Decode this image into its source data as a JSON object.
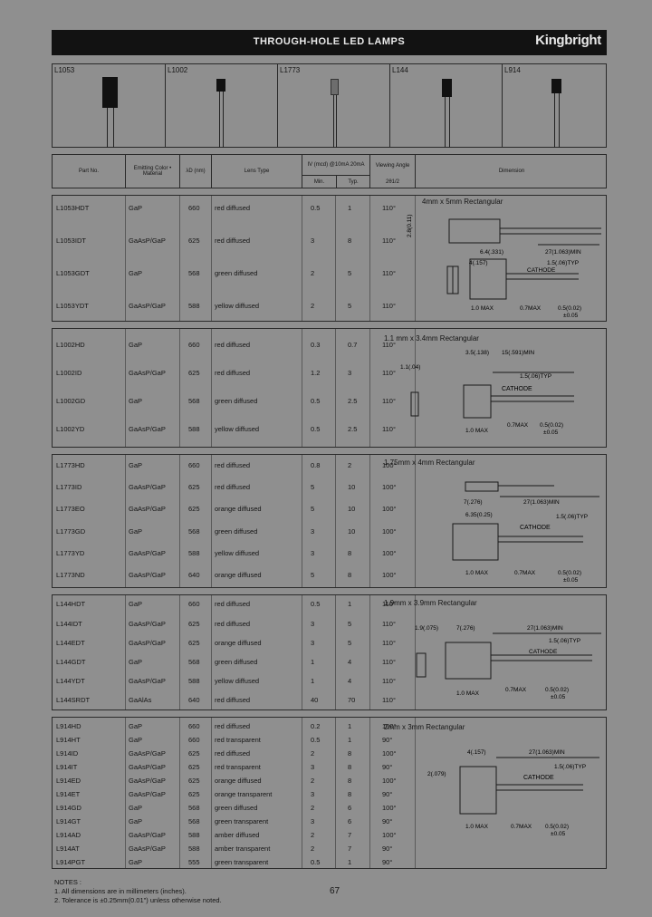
{
  "header": {
    "title": "THROUGH-HOLE LED LAMPS",
    "brand": "Kingbright"
  },
  "images": [
    "L1053",
    "L1002",
    "L1773",
    "L144",
    "L914"
  ],
  "table_header": {
    "part_no": "Part No.",
    "emitting": "Emitting Color • Material",
    "wavelength": "λD (nm)",
    "lens": "Lens Type",
    "iv": "IV (mcd) @10mA 20mA",
    "iv_min": "Min.",
    "iv_typ": "Typ.",
    "angle": "Viewing Angle",
    "angle_sub": "2θ1/2",
    "dimension": "Dimension"
  },
  "groups": [
    {
      "dim_title": "4mm x 5mm Rectangular",
      "rows": [
        {
          "part": "L1053HDT",
          "mat": "GaP",
          "nm": "660",
          "lens": "red diffused",
          "min": "0.5",
          "typ": "1",
          "angle": "110°"
        },
        {
          "part": "L1053IDT",
          "mat": "GaAsP/GaP",
          "nm": "625",
          "lens": "red diffused",
          "min": "3",
          "typ": "8",
          "angle": "110°"
        },
        {
          "part": "L1053GDT",
          "mat": "GaP",
          "nm": "568",
          "lens": "green diffused",
          "min": "2",
          "typ": "5",
          "angle": "110°"
        },
        {
          "part": "L1053YDT",
          "mat": "GaAsP/GaP",
          "nm": "588",
          "lens": "yellow diffused",
          "min": "2",
          "typ": "5",
          "angle": "110°"
        }
      ],
      "dims": [
        "2.8(0.11)",
        "6.4(.331)",
        "27(1.063)MIN",
        "4(.157)",
        "1.5(.06)TYP",
        "CATHODE",
        "1.0 MAX",
        "0.7MAX",
        "0.5(0.02)",
        "±0.05"
      ]
    },
    {
      "dim_title": "1.1 mm x 3.4mm Rectangular",
      "rows": [
        {
          "part": "L1002HD",
          "mat": "GaP",
          "nm": "660",
          "lens": "red diffused",
          "min": "0.3",
          "typ": "0.7",
          "angle": "110°"
        },
        {
          "part": "L1002ID",
          "mat": "GaAsP/GaP",
          "nm": "625",
          "lens": "red diffused",
          "min": "1.2",
          "typ": "3",
          "angle": "110°"
        },
        {
          "part": "L1002GD",
          "mat": "GaP",
          "nm": "568",
          "lens": "green diffused",
          "min": "0.5",
          "typ": "2.5",
          "angle": "110°"
        },
        {
          "part": "L1002YD",
          "mat": "GaAsP/GaP",
          "nm": "588",
          "lens": "yellow diffused",
          "min": "0.5",
          "typ": "2.5",
          "angle": "110°"
        }
      ],
      "dims": [
        "3.5(.138)",
        "15(.591)MIN",
        "1.1(.04)",
        "1.5(.06)TYP",
        "CATHODE",
        "1.0 MAX",
        "0.7MAX",
        "0.5(0.02)",
        "±0.05"
      ]
    },
    {
      "dim_title": "1.75mm x 4mm Rectangular",
      "rows": [
        {
          "part": "L1773HD",
          "mat": "GaP",
          "nm": "660",
          "lens": "red diffused",
          "min": "0.8",
          "typ": "2",
          "angle": "100°"
        },
        {
          "part": "L1773ID",
          "mat": "GaAsP/GaP",
          "nm": "625",
          "lens": "red diffused",
          "min": "5",
          "typ": "10",
          "angle": "100°"
        },
        {
          "part": "L1773EO",
          "mat": "GaAsP/GaP",
          "nm": "625",
          "lens": "orange diffused",
          "min": "5",
          "typ": "10",
          "angle": "100°"
        },
        {
          "part": "L1773GD",
          "mat": "GaP",
          "nm": "568",
          "lens": "green diffused",
          "min": "3",
          "typ": "10",
          "angle": "100°"
        },
        {
          "part": "L1773YD",
          "mat": "GaAsP/GaP",
          "nm": "588",
          "lens": "yellow diffused",
          "min": "3",
          "typ": "8",
          "angle": "100°"
        },
        {
          "part": "L1773ND",
          "mat": "GaAsP/GaP",
          "nm": "640",
          "lens": "orange diffused",
          "min": "5",
          "typ": "8",
          "angle": "100°"
        }
      ],
      "dims": [
        "7(.276)",
        "27(1.063)MIN",
        "6.35(0.25)",
        "1.5(.06)TYP",
        "CATHODE",
        "1.0 MAX",
        "0.7MAX",
        "0.5(0.02)",
        "±0.05"
      ]
    },
    {
      "dim_title": "1.9mm x 3.9mm Rectangular",
      "rows": [
        {
          "part": "L144HDT",
          "mat": "GaP",
          "nm": "660",
          "lens": "red diffused",
          "min": "0.5",
          "typ": "1",
          "angle": "110°"
        },
        {
          "part": "L144IDT",
          "mat": "GaAsP/GaP",
          "nm": "625",
          "lens": "red diffused",
          "min": "3",
          "typ": "5",
          "angle": "110°"
        },
        {
          "part": "L144EDT",
          "mat": "GaAsP/GaP",
          "nm": "625",
          "lens": "orange diffused",
          "min": "3",
          "typ": "5",
          "angle": "110°"
        },
        {
          "part": "L144GDT",
          "mat": "GaP",
          "nm": "568",
          "lens": "green diffused",
          "min": "1",
          "typ": "4",
          "angle": "110°"
        },
        {
          "part": "L144YDT",
          "mat": "GaAsP/GaP",
          "nm": "588",
          "lens": "yellow diffused",
          "min": "1",
          "typ": "4",
          "angle": "110°"
        },
        {
          "part": "L144SRDT",
          "mat": "GaAlAs",
          "nm": "640",
          "lens": "red diffused",
          "min": "40",
          "typ": "70",
          "angle": "110°"
        }
      ],
      "dims": [
        "1.9(.075)",
        "7(.276)",
        "27(1.063)MIN",
        "1.5(.06)TYP",
        "CATHODE",
        "1.0 MAX",
        "0.7MAX",
        "0.5(0.02)",
        "±0.05"
      ]
    },
    {
      "dim_title": "2mm x 3mm Rectangular",
      "rows": [
        {
          "part": "L914HD",
          "mat": "GaP",
          "nm": "660",
          "lens": "red diffused",
          "min": "0.2",
          "typ": "1",
          "angle": "100°"
        },
        {
          "part": "L914HT",
          "mat": "GaP",
          "nm": "660",
          "lens": "red transparent",
          "min": "0.5",
          "typ": "1",
          "angle": "90°"
        },
        {
          "part": "L914ID",
          "mat": "GaAsP/GaP",
          "nm": "625",
          "lens": "red diffused",
          "min": "2",
          "typ": "8",
          "angle": "100°"
        },
        {
          "part": "L914IT",
          "mat": "GaAsP/GaP",
          "nm": "625",
          "lens": "red transparent",
          "min": "3",
          "typ": "8",
          "angle": "90°"
        },
        {
          "part": "L914ED",
          "mat": "GaAsP/GaP",
          "nm": "625",
          "lens": "orange diffused",
          "min": "2",
          "typ": "8",
          "angle": "100°"
        },
        {
          "part": "L914ET",
          "mat": "GaAsP/GaP",
          "nm": "625",
          "lens": "orange transparent",
          "min": "3",
          "typ": "8",
          "angle": "90°"
        },
        {
          "part": "L914GD",
          "mat": "GaP",
          "nm": "568",
          "lens": "green diffused",
          "min": "2",
          "typ": "6",
          "angle": "100°"
        },
        {
          "part": "L914GT",
          "mat": "GaP",
          "nm": "568",
          "lens": "green transparent",
          "min": "3",
          "typ": "6",
          "angle": "90°"
        },
        {
          "part": "L914AD",
          "mat": "GaAsP/GaP",
          "nm": "588",
          "lens": "amber diffused",
          "min": "2",
          "typ": "7",
          "angle": "100°"
        },
        {
          "part": "L914AT",
          "mat": "GaAsP/GaP",
          "nm": "588",
          "lens": "amber transparent",
          "min": "2",
          "typ": "7",
          "angle": "90°"
        },
        {
          "part": "L914PGT",
          "mat": "GaP",
          "nm": "555",
          "lens": "green transparent",
          "min": "0.5",
          "typ": "1",
          "angle": "90°"
        }
      ],
      "dims": [
        "4(.157)",
        "27(1.063)MIN",
        "2(.079)",
        "1.5(.06)TYP",
        "CATHODE",
        "1.0 MAX",
        "0.7MAX",
        "0.5(0.02)",
        "±0.05"
      ]
    }
  ],
  "notes": {
    "title": "NOTES :",
    "items": [
      "1. All dimensions are in millimeters (inches).",
      "2. Tolerance is ±0.25mm(0.01\") unless otherwise noted."
    ]
  },
  "page_number": "67"
}
